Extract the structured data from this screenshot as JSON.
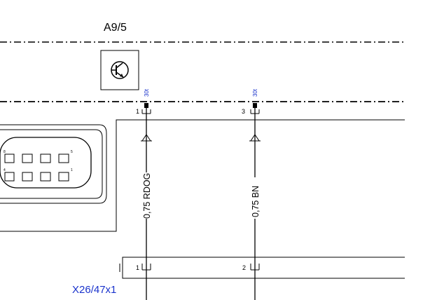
{
  "module": {
    "name": "A9/5",
    "symbol": "transistor-icon"
  },
  "connector": {
    "name": "X26/47x1",
    "pins_top": [
      "8",
      "5"
    ],
    "pins_bottom": [
      "4",
      "1"
    ]
  },
  "wires": [
    {
      "terminal": "30t",
      "pin_top": "1",
      "spec": "0,75 RDOG",
      "pin_bottom": "1"
    },
    {
      "terminal": "30t",
      "pin_top": "3",
      "spec": "0,75 BN",
      "pin_bottom": "2"
    }
  ],
  "colors": {
    "line": "#000000",
    "label_blue": "#1a33cc"
  }
}
